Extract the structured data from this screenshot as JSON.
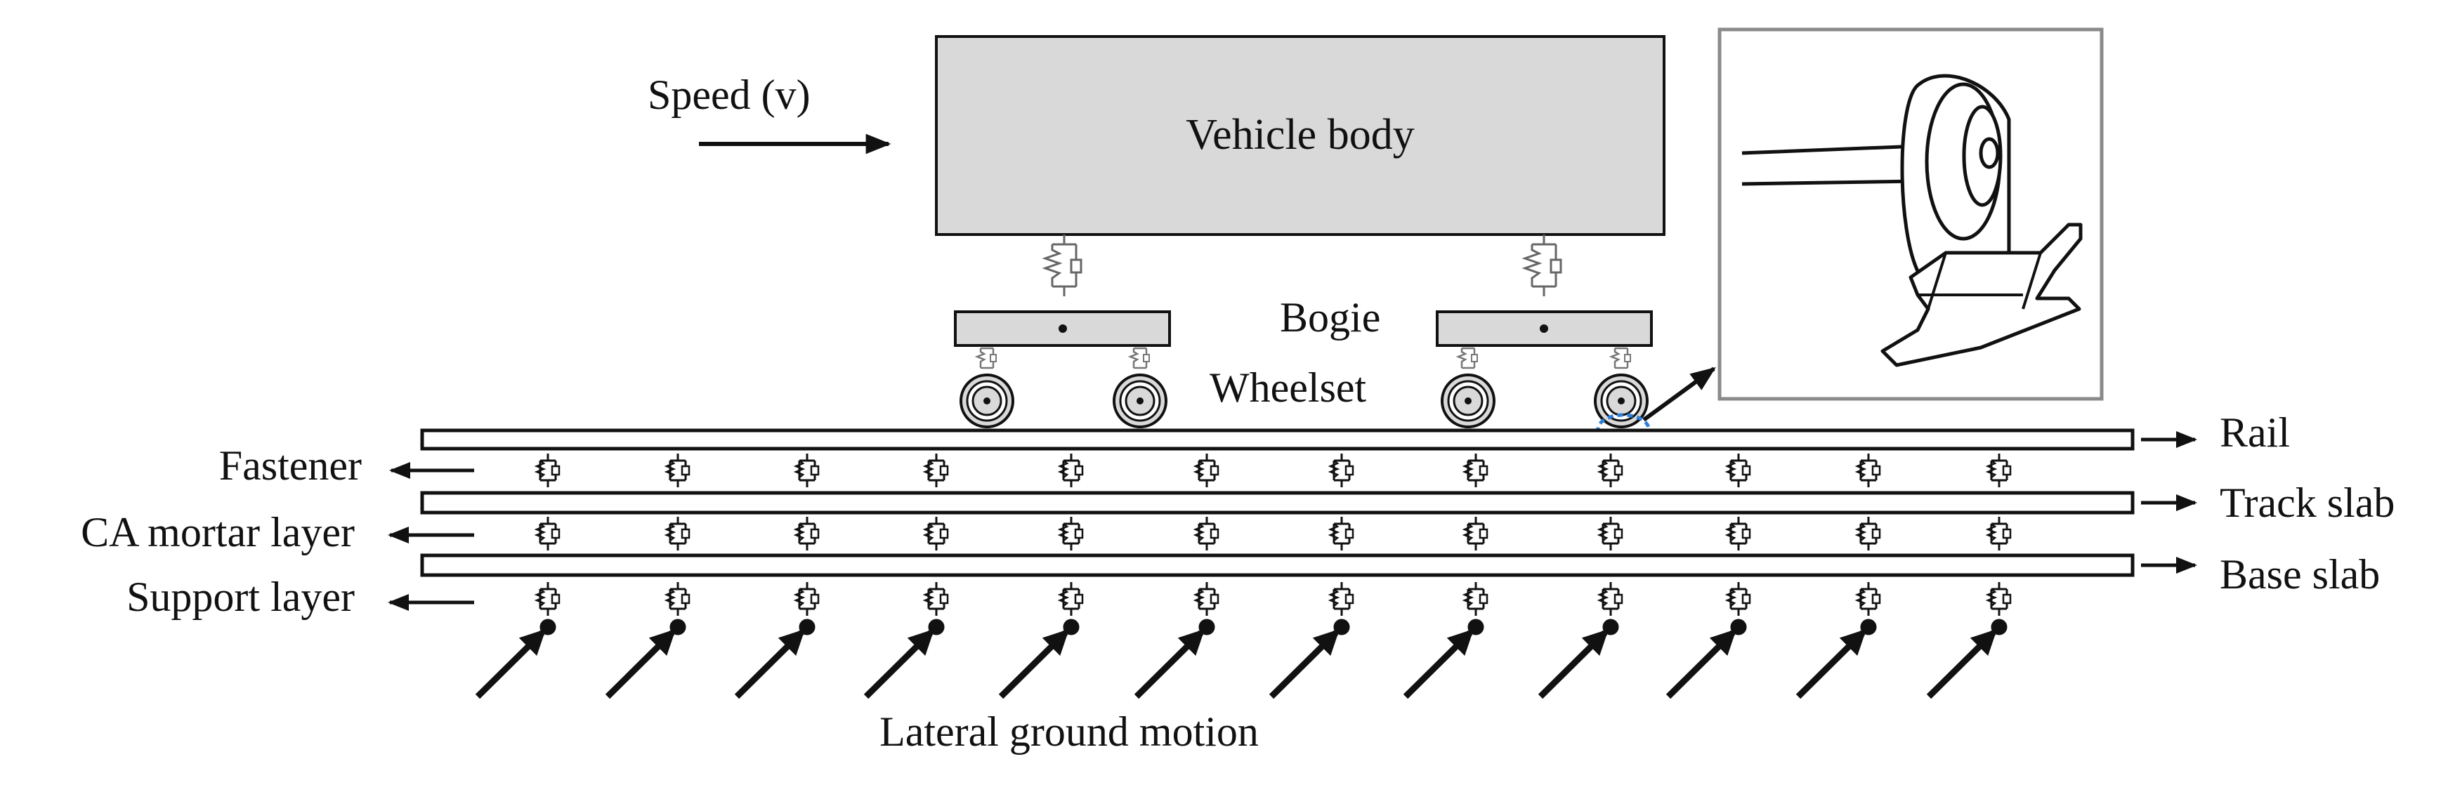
{
  "labels": {
    "speed": "Speed (v)",
    "vehicle_body": "Vehicle body",
    "bogie": "Bogie",
    "wheelset": "Wheelset",
    "rail": "Rail",
    "track_slab": "Track slab",
    "base_slab": "Base slab",
    "fastener": "Fastener",
    "ca_mortar": "CA mortar layer",
    "support": "Support layer",
    "ground_motion": "Lateral ground motion"
  },
  "colors": {
    "ink": "#111111",
    "body_fill": "#d9d9d9",
    "inset_frame": "#8a8a8a",
    "contact_marker": "#2e7fd8",
    "spring_gray": "#666666"
  },
  "icons": {
    "inset": "wheel-rail-contact-icon",
    "spring": "spring-damper-icon",
    "wheel": "wheel-icon",
    "arrow": "arrow-icon"
  }
}
